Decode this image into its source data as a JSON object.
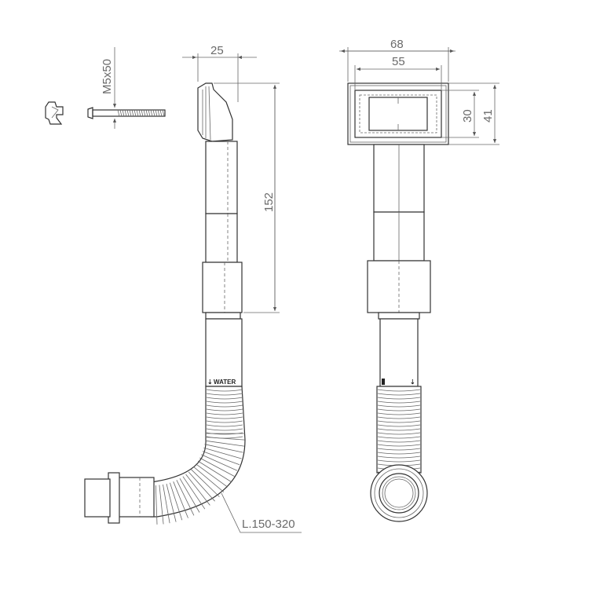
{
  "screw_label": "M5x50",
  "side_view": {
    "flange_depth": "25",
    "height": "152",
    "hose_length": "L.150-320",
    "hose_marking": "WATER"
  },
  "front_view": {
    "outer_width": "68",
    "inner_width": "55",
    "inner_height": "30",
    "outer_height": "41"
  }
}
